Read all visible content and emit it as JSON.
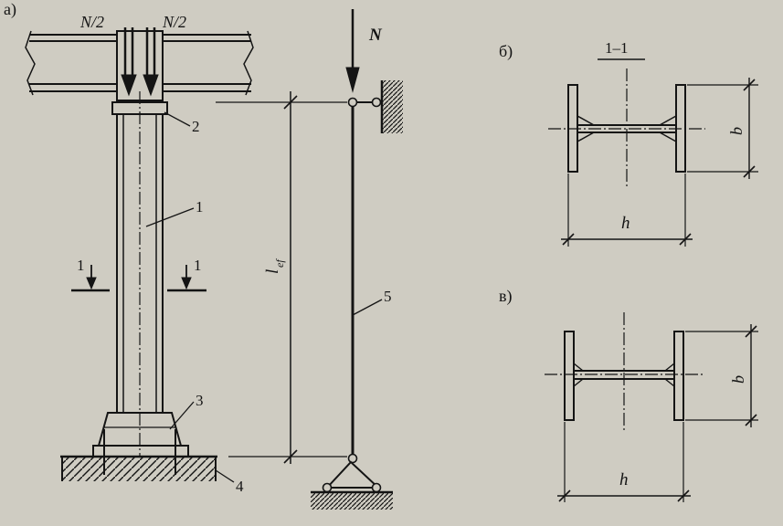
{
  "labels": {
    "panel_a": "а)",
    "panel_b": "б)",
    "panel_v": "в)",
    "load_left": "N/2",
    "load_right": "N/2",
    "load_total": "N",
    "section_title": "1–1",
    "section_mark_left": "1",
    "section_mark_right": "1",
    "callout_1": "1",
    "callout_2": "2",
    "callout_3": "3",
    "callout_4": "4",
    "callout_5": "5",
    "effective_length": "l",
    "effective_length_sub": "ef",
    "dim_b_top": "b",
    "dim_h_top": "h",
    "dim_b_bottom": "b",
    "dim_h_bottom": "h"
  },
  "colors": {
    "paper": "#cfccc2",
    "ink": "#141414"
  }
}
